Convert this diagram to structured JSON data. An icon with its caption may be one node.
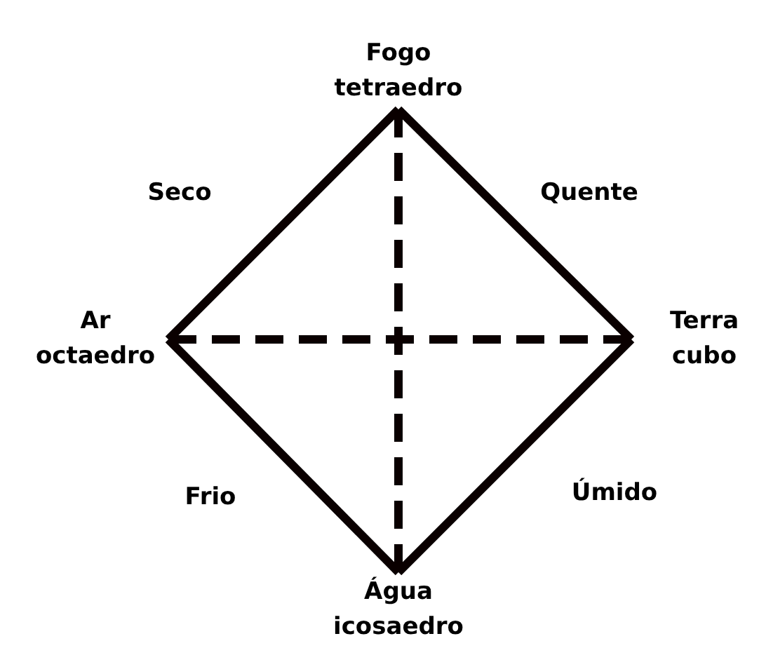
{
  "diagram": {
    "nodes": [
      {
        "text": [
          "Fogo tetraedro"
        ]
      },
      {
        "text": [
          "Ar octaedro"
        ]
      },
      {
        "text": [
          "Terra cubo"
        ]
      },
      {
        "text": [
          "Água icosaedro"
        ]
      }
    ],
    "edges": [
      {
        "from": 0,
        "to": 1,
        "arrow": "none"
      },
      {
        "from": 0,
        "to": 2,
        "arrow": "none"
      },
      {
        "from": 1,
        "to": 3,
        "arrow": "none"
      },
      {
        "from": 2,
        "to": 3,
        "arrow": "none"
      },
      {
        "from": 0,
        "to": 3,
        "arrow": "none",
        "style": "dashed"
      },
      {
        "from": 1,
        "to": 2,
        "arrow": "none",
        "style": "dashed"
      }
    ],
    "labels": [
      "Seco",
      "Quente",
      "Frio",
      "Úmido"
    ]
  }
}
